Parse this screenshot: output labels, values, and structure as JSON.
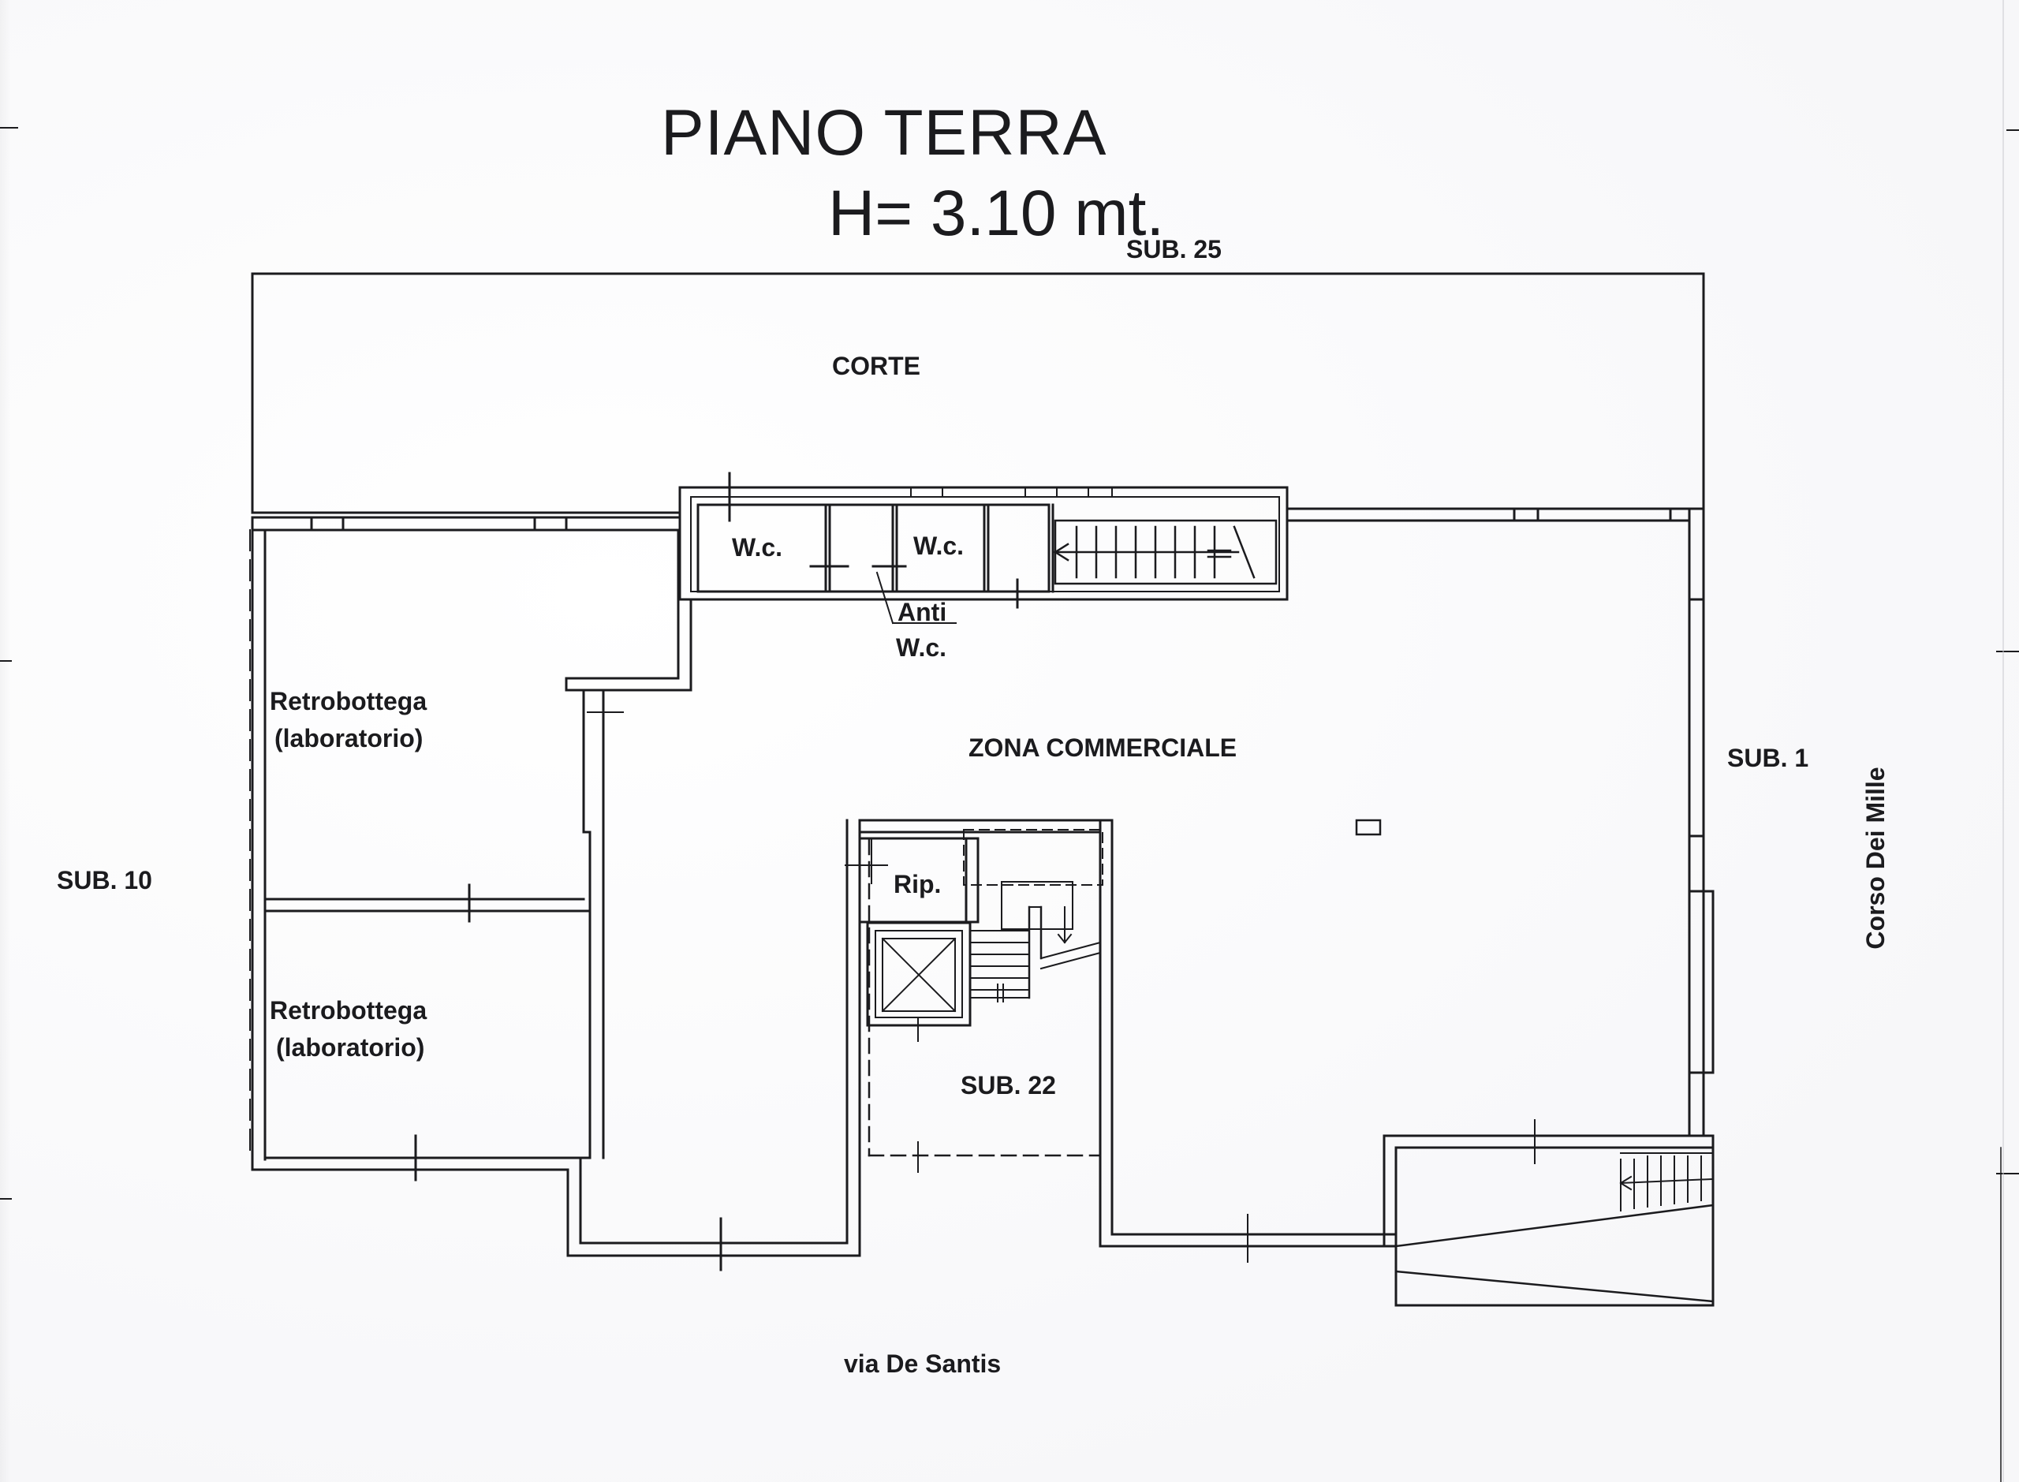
{
  "header": {
    "title": "PIANO TERRA",
    "height_label": "H= 3.10 mt."
  },
  "labels": {
    "sub_25": "SUB. 25",
    "corte": "CORTE",
    "wc_left": "W.c.",
    "wc_right": "W.c.",
    "anti_wc_line1": "Anti",
    "anti_wc_line2": "W.c.",
    "retrobottega_top_line1": "Retrobottega",
    "retrobottega_top_line2": "(laboratorio)",
    "zona_commerciale": "ZONA COMMERCIALE",
    "sub_1": "SUB. 1",
    "sub_10": "SUB. 10",
    "ripostiglio": "Rip.",
    "retrobottega_bottom_line1": "Retrobottega",
    "retrobottega_bottom_line2": "(laboratorio)",
    "sub_22": "SUB. 22",
    "street_bottom": "via De Santis",
    "street_right": "Corso Dei Mille"
  },
  "colors": {
    "ink": "#1b1b1e",
    "paper": "#fbfbfc"
  }
}
